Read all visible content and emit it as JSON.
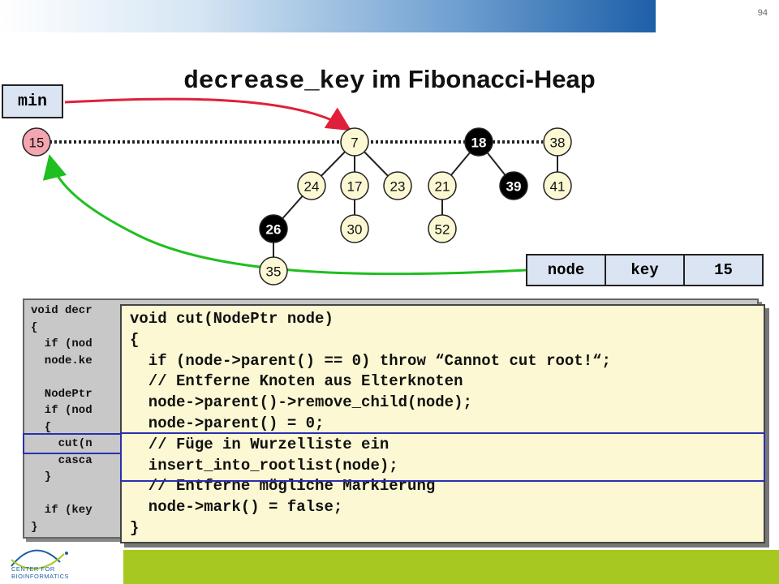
{
  "page_number": "94",
  "title": {
    "code": "decrease_key",
    "text": " im Fibonacci-Heap"
  },
  "min_label": "min",
  "nodes": {
    "n15": "15",
    "n7": "7",
    "n18": "18",
    "n38": "38",
    "n24": "24",
    "n17": "17",
    "n23": "23",
    "n21": "21",
    "n39": "39",
    "n41": "41",
    "n26": "26",
    "n30": "30",
    "n52": "52",
    "n35": "35"
  },
  "colors": {
    "root_min": "#f4a6b0",
    "normal": "#fbf8d3",
    "marked": "#000000",
    "arrow_red": "#e0203a",
    "arrow_green": "#1fbf1f",
    "highlight": "#2b2fb0"
  },
  "table": {
    "col1": "node",
    "col2": "key",
    "col3": "15"
  },
  "back_code": "void decr\n{\n  if (nod\n  node.ke\n\n  NodePtr\n  if (nod\n  {\n    cut(n\n    casca\n  }\n\n  if (key\n}",
  "front_code": "void cut(NodePtr node)\n{\n  if (node->parent() == 0) throw “Cannot cut root!“;\n  // Entferne Knoten aus Elterknoten\n  node->parent()->remove_child(node);\n  node->parent() = 0;\n  // Füge in Wurzelliste ein\n  insert_into_rootlist(node);\n  // Entferne mögliche Markierung\n  node->mark() = false;\n}",
  "logo_text": "CENTER FOR\nBIOINFORMATICS"
}
